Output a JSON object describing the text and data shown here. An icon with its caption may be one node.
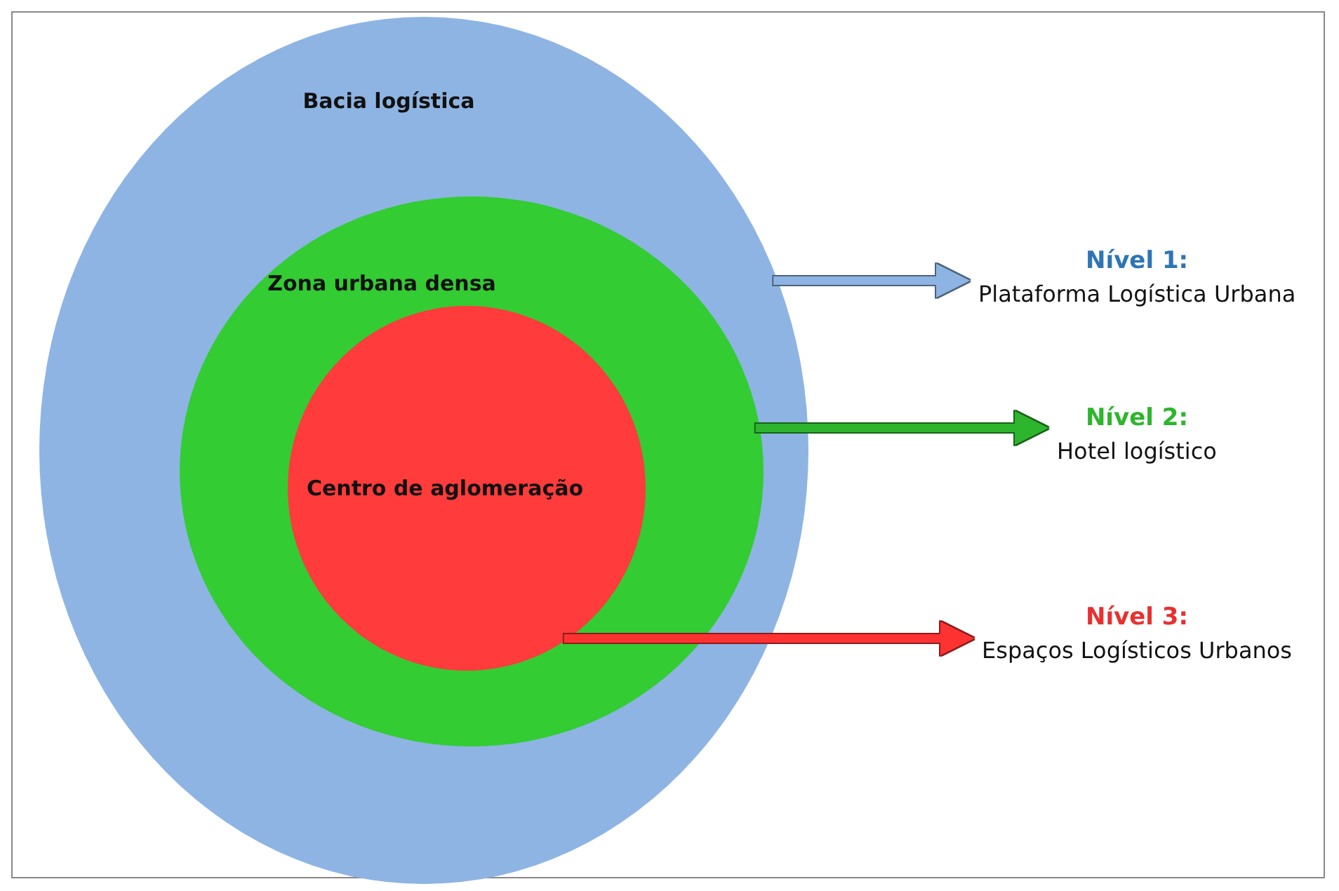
{
  "diagram": {
    "nodes": [
      {
        "text": [
          "Bacia logística"
        ]
      },
      {
        "text": [
          "Zona urbana densa"
        ],
        "in": 0
      },
      {
        "text": [
          "Centro de aglomeração"
        ],
        "in": 1
      },
      {
        "text": [
          "Nível 1:",
          "Plataforma Logística Urbana"
        ]
      },
      {
        "text": [
          "Nível 2:",
          "Hotel logístico"
        ]
      },
      {
        "text": [
          "Nível 3:",
          "Espaços Logísticos Urbanos"
        ]
      }
    ],
    "edges": [
      {
        "from": 0,
        "to": 3,
        "arrow": "to",
        "color": "#8eb4e3"
      },
      {
        "from": 1,
        "to": 4,
        "arrow": "to",
        "color": "#2db52d"
      },
      {
        "from": 2,
        "to": 5,
        "arrow": "to",
        "color": "#ff3333"
      }
    ]
  }
}
